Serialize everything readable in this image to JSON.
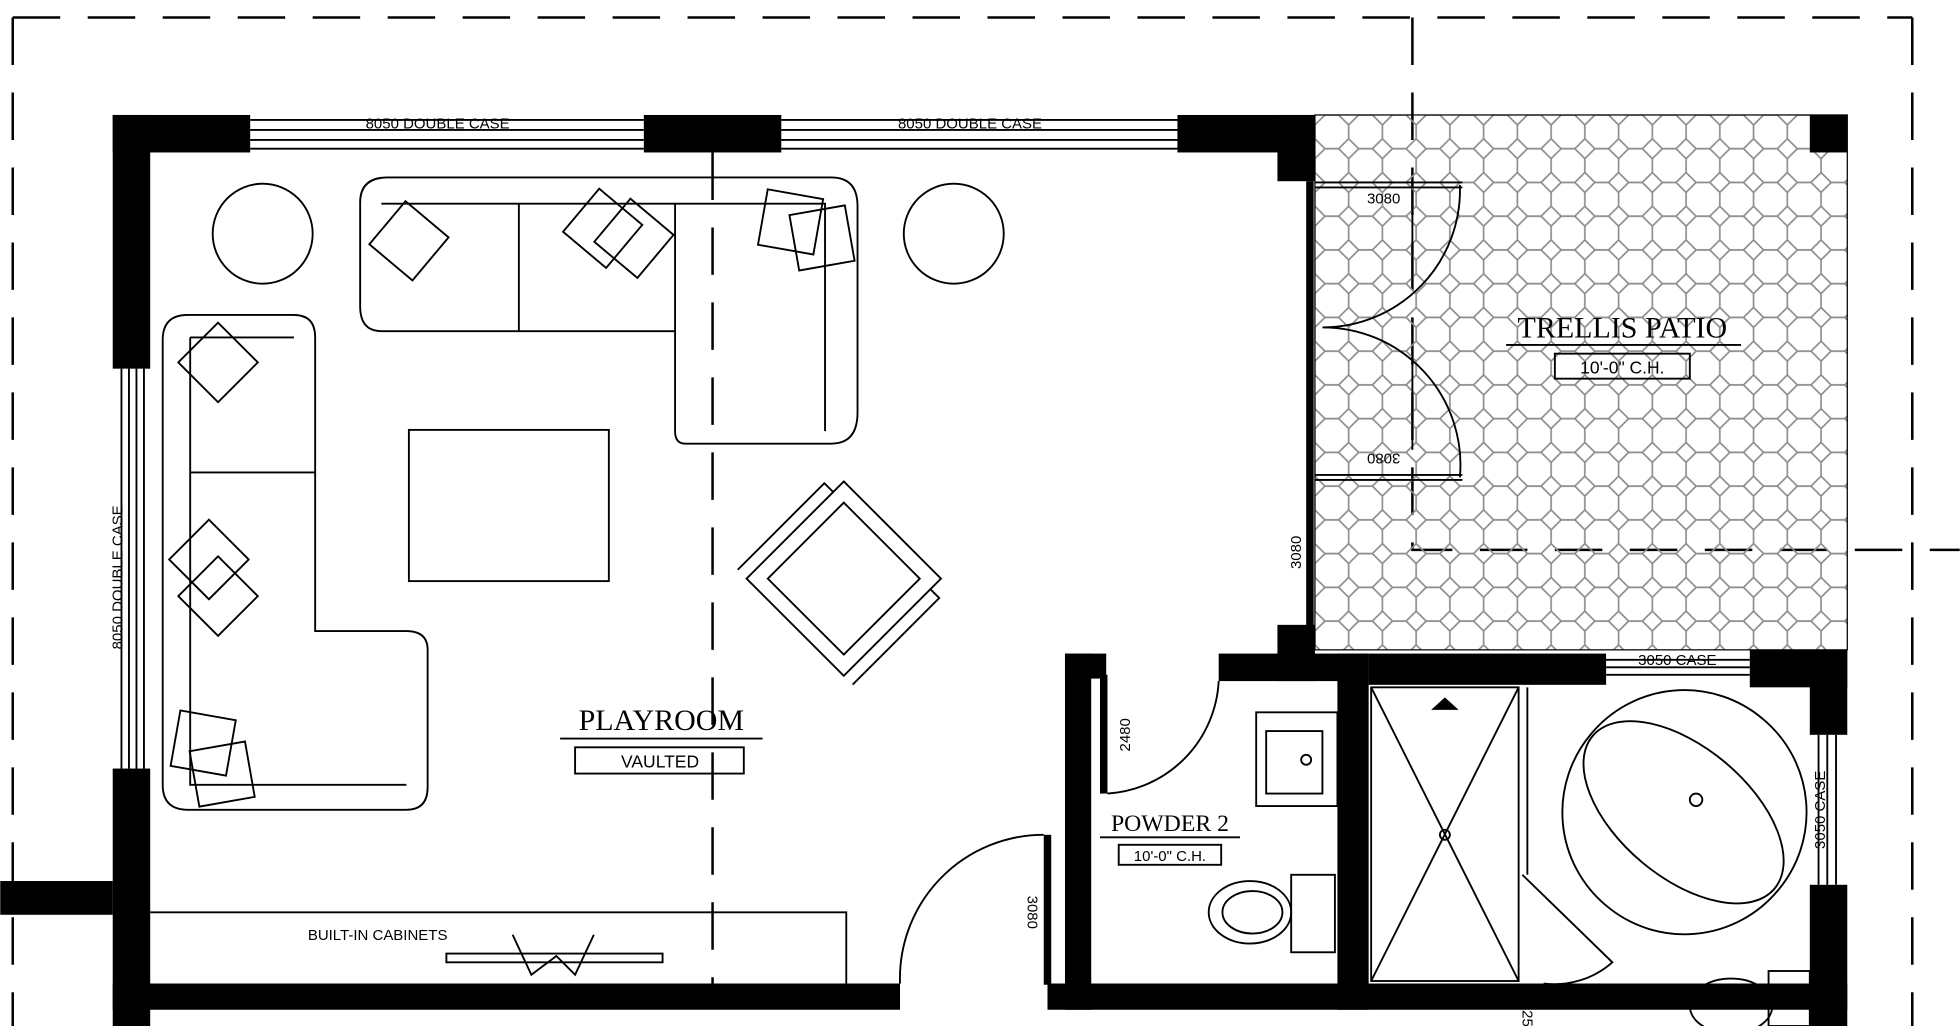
{
  "windows": {
    "top_left": "8050 DOUBLE CASE",
    "top_right": "8050 DOUBLE CASE",
    "left": "8050 DOUBLE CASE",
    "patio_bottom": "3050 CASE",
    "bath_right": "3050 CASE"
  },
  "doors": {
    "patio_top": "3080",
    "patio_bottom": "3080",
    "patio_side": "3080",
    "playroom": "3080",
    "powder": "2480",
    "partial_label": "25"
  },
  "rooms": {
    "patio": {
      "name": "TRELLIS PATIO",
      "ceiling": "10'-0\" C.H."
    },
    "playroom": {
      "name": "PLAYROOM",
      "ceiling": "VAULTED"
    },
    "powder": {
      "name": "POWDER 2",
      "ceiling": "10'-0\" C.H."
    }
  },
  "built_in": "BUILT-IN CABINETS",
  "colors": {
    "wall": "#000000",
    "tile": "#8a8a8a"
  }
}
